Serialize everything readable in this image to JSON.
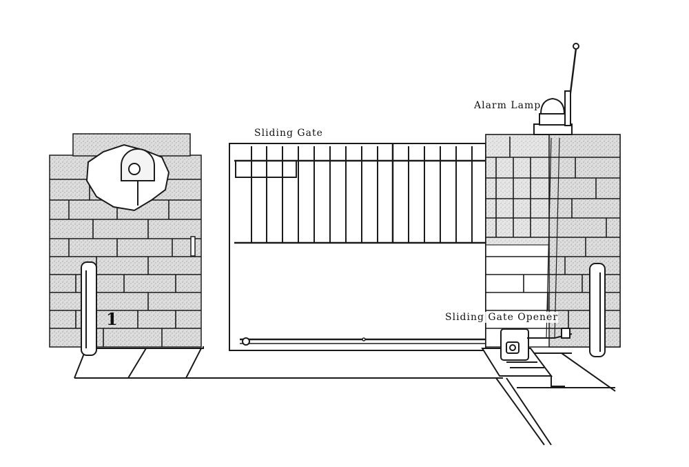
{
  "labels": {
    "sliding_gate": "Sliding Gate",
    "alarm_lamp": "Alarm Lamp",
    "sliding_gate_opener": "Sliding Gate Opener"
  },
  "photocell_mark": "1",
  "colors": {
    "line": "#1a1a1a",
    "brick_fill": "#d9d9d9",
    "background": "#ffffff"
  }
}
